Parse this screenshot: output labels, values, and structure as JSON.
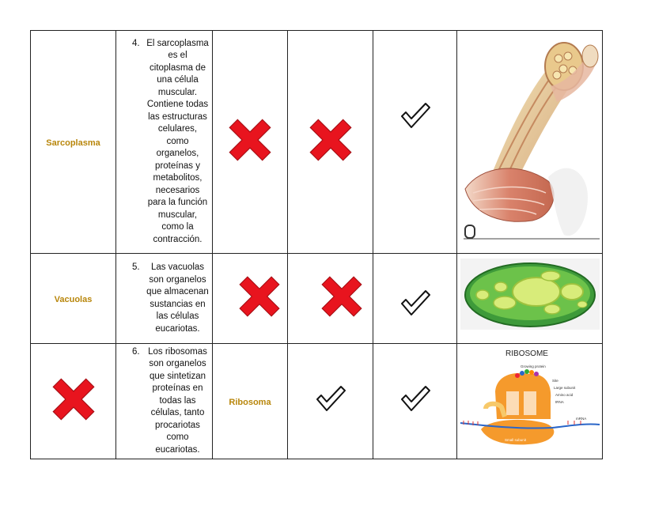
{
  "rows": [
    {
      "term": "Sarcoplasma",
      "number": "4.",
      "description": "El sarcoplasma es el citoplasma de una célula muscular. Contiene todas las estructuras celulares, como organelos, proteínas y metabolitos, necesarios para la función muscular, como la contracción.",
      "marks": [
        "cross-icon",
        "cross-icon",
        "check-icon"
      ]
    },
    {
      "term": "Vacuolas",
      "number": "5.",
      "description": "Las vacuolas son organelos que almacenan sustancias en las células eucariotas.",
      "marks": [
        "cross-icon",
        "cross-icon",
        "check-icon"
      ]
    },
    {
      "term": "Ribosoma",
      "number": "6.",
      "description": "Los ribosomas son organelos que sintetizan proteínas en todas las células, tanto procariotas como eucariotas.",
      "marks": [
        "cross-icon",
        "check-icon",
        "check-icon"
      ]
    }
  ],
  "ribosome_figure": {
    "title": "RIBOSOME",
    "labels": [
      "Growing protein",
      "Site",
      "Large subunit",
      "Amino acid",
      "tRNA",
      "mRNA",
      "Small subunit"
    ]
  },
  "colors": {
    "term": "#b8860b",
    "cross": "#e8141e",
    "check": "#111111"
  }
}
